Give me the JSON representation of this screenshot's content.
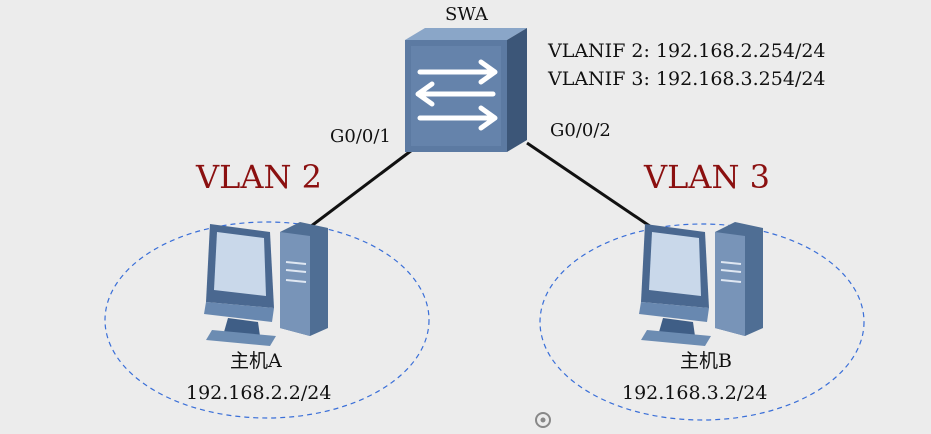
{
  "switch": {
    "name": "SWA"
  },
  "vlanif": [
    "VLANIF 2: 192.168.2.254/24",
    "VLANIF 3: 192.168.3.254/24"
  ],
  "ports": {
    "left": "G0/0/1",
    "right": "G0/0/2"
  },
  "vlans": {
    "left": "VLAN 2",
    "right": "VLAN 3"
  },
  "hosts": [
    {
      "name": "主机A",
      "ip": "192.168.2.2/24"
    },
    {
      "name": "主机B",
      "ip": "192.168.3.2/24"
    }
  ],
  "colors": {
    "background": "#ececec",
    "vlan_text": "#8b1010",
    "dashed_ellipse": "#3a6fd8",
    "link": "#111111",
    "device_blue": "#5a7aa0"
  },
  "icons": [
    "switch-icon",
    "pc-icon",
    "pc-icon",
    "anchor-icon"
  ]
}
